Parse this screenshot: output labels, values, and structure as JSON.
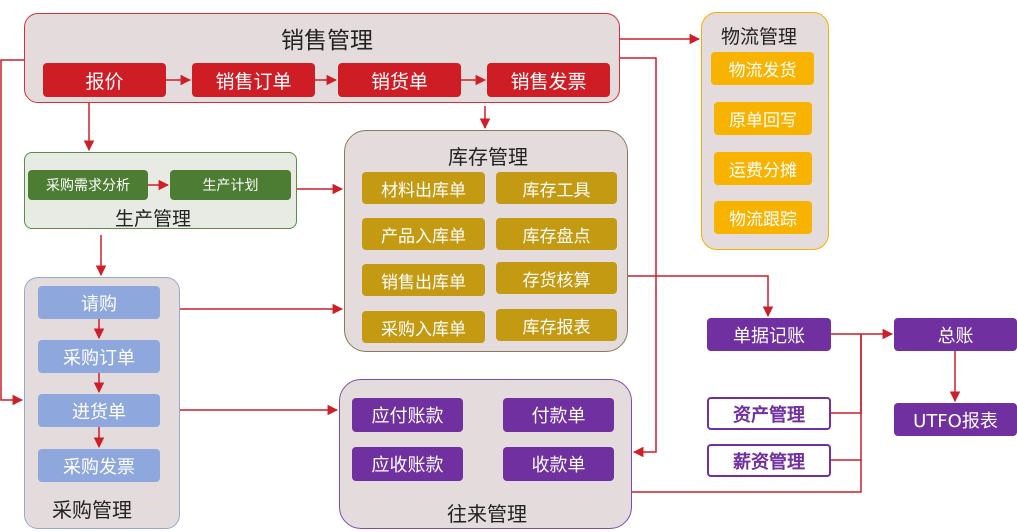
{
  "sales": {
    "title": "销售管理",
    "items": [
      "报价",
      "销售订单",
      "销货单",
      "销售发票"
    ]
  },
  "logistics": {
    "title": "物流管理",
    "items": [
      "物流发货",
      "原单回写",
      "运费分摊",
      "物流跟踪"
    ]
  },
  "production": {
    "title": "生产管理",
    "items": [
      "采购需求分析",
      "生产计划"
    ]
  },
  "inventory": {
    "title": "库存管理",
    "items": [
      "材料出库单",
      "库存工具",
      "产品入库单",
      "库存盘点",
      "销售出库单",
      "存货核算",
      "采购入库单",
      "库存报表"
    ]
  },
  "purchase": {
    "title": "采购管理",
    "items": [
      "请购",
      "采购订单",
      "进货单",
      "采购发票"
    ]
  },
  "accounts": {
    "title": "往来管理",
    "items": [
      "应付账款",
      "付款单",
      "应收账款",
      "收款单"
    ]
  },
  "ledger": {
    "voucher": "单据记账",
    "general": "总账",
    "asset": "资产管理",
    "salary": "薪资管理",
    "report": "UTFO报表"
  },
  "colors": {
    "sales": "#cf1d25",
    "logistics": "#f8b300",
    "production": "#4c7d33",
    "inventory": "#c49a12",
    "purchase": "#8ea7dc",
    "finance": "#7030a0",
    "arrow": "#cc1f28"
  }
}
